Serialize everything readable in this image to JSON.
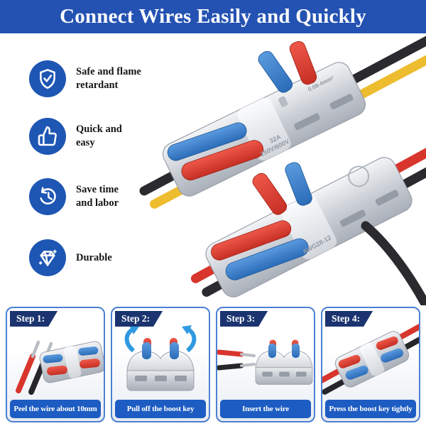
{
  "header": {
    "title": "Connect Wires Easily and Quickly"
  },
  "features": [
    {
      "icon": "shield-check-icon",
      "label": "Safe and flame\nretardant"
    },
    {
      "icon": "thumbs-up-icon",
      "label": "Quick and\neasy"
    },
    {
      "icon": "history-clock-icon",
      "label": "Save time\nand labor"
    },
    {
      "icon": "diamond-sparkle-icon",
      "label": "Durable"
    }
  ],
  "product": {
    "connector_1": {
      "marking_amp": "32A",
      "marking_voltage": "250V/600V",
      "marking_gauge": "0.08-4mm²"
    },
    "connector_2": {
      "marking_awg": "AWG28-12"
    }
  },
  "steps": [
    {
      "label": "Step 1:",
      "caption": "Peel the wire about 10mm"
    },
    {
      "label": "Step 2:",
      "caption": "Pull off the boost key"
    },
    {
      "label": "Step 3:",
      "caption": "Insert the wire"
    },
    {
      "label": "Step 4:",
      "caption": "Press the boost key tightly"
    }
  ],
  "colors": {
    "header_bg": "#2452b2",
    "icon_circle_blue": "#1e56b4",
    "step_flag_navy": "#1b3470",
    "caption_blue": "#1d5cc2",
    "panel_border_blue": "#4c80d4",
    "lever_red": "#dd3a2e",
    "lever_blue": "#3b82d0",
    "wire_yellow": "#eebc2f",
    "wire_red": "#d8352c",
    "wire_black": "#2b2b2f",
    "connector_gray": "#c7ccd3",
    "arrow_blue": "#2f9ae0"
  }
}
